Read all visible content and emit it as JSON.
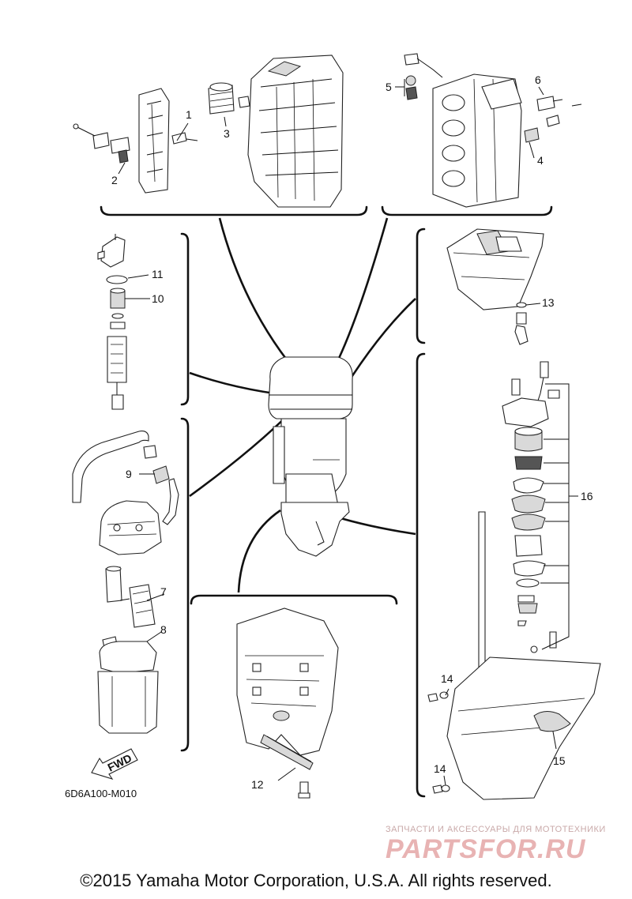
{
  "diagram": {
    "code": "6D6A100-M010",
    "fwd_label": "FWD",
    "callouts": {
      "c1": "1",
      "c2": "2",
      "c3": "3",
      "c4": "4",
      "c5": "5",
      "c6": "6",
      "c7": "7",
      "c8": "8",
      "c9": "9",
      "c10": "10",
      "c11": "11",
      "c12": "12",
      "c13": "13",
      "c14a": "14",
      "c14b": "14",
      "c15": "15",
      "c16": "16"
    }
  },
  "watermark": {
    "subtitle": "ЗАПЧАСТИ И АКСЕССУАРЫ ДЛЯ МОТОТЕХНИКИ",
    "logo": "PARTSFOR.RU"
  },
  "footer": {
    "copyright": "©2015 Yamaha Motor Corporation, U.S.A. All rights reserved."
  }
}
